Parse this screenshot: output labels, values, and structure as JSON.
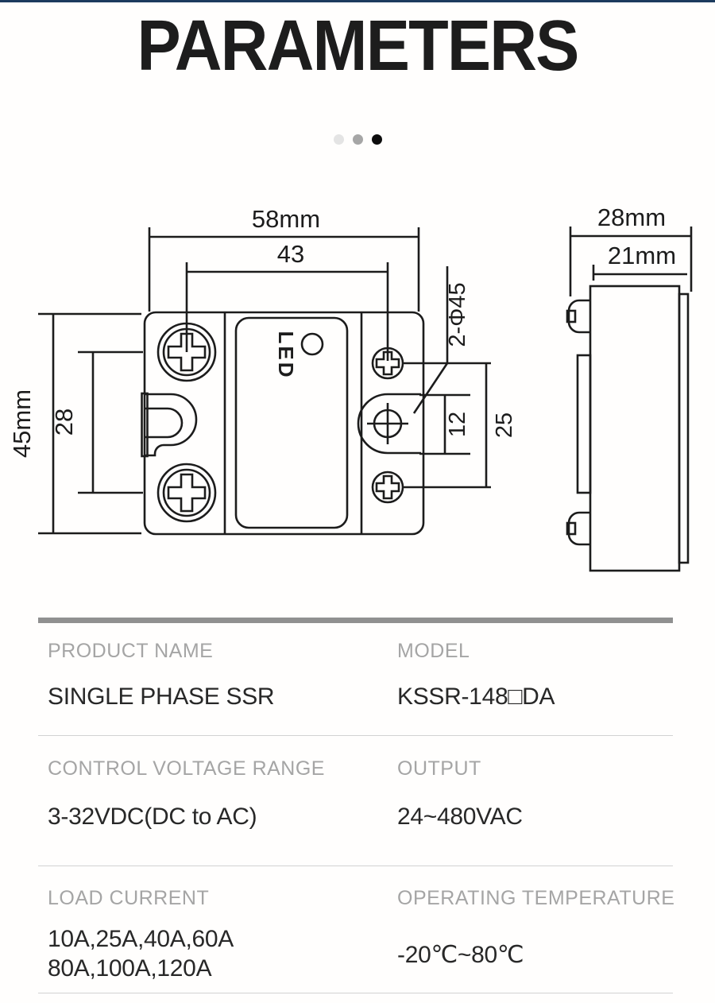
{
  "page": {
    "title": "PARAMETERS"
  },
  "colors": {
    "top_bar": "#1c3b5e",
    "divider_thick": "#909090",
    "divider_thin": "#d2d2d2",
    "label_gray": "#a5a5a5",
    "ink": "#1c1c1c",
    "dot_inactive_light": "#e4e4e4",
    "dot_inactive_mid": "#a6a6a6",
    "dot_active": "#0d0d0d"
  },
  "carousel": {
    "dots": [
      {
        "state": "inactive",
        "color": "#e4e4e4"
      },
      {
        "state": "inactive",
        "color": "#a6a6a6"
      },
      {
        "state": "active",
        "color": "#0d0d0d"
      }
    ]
  },
  "diagram": {
    "front": {
      "width_label": "58mm",
      "hole_pitch_label": "43",
      "height_label": "45mm",
      "screw_pitch_label": "28",
      "holes_label": "2-Φ45",
      "slot_label": "12",
      "terminal_pitch_label": "25",
      "led_label": "LED"
    },
    "side": {
      "depth_label": "28mm",
      "body_depth_label": "21mm"
    }
  },
  "spec_table": {
    "rows": [
      {
        "left": {
          "label": "PRODUCT NAME",
          "value": "SINGLE PHASE SSR"
        },
        "right": {
          "label": "MODEL",
          "value": "KSSR-148□DA"
        }
      },
      {
        "left": {
          "label": "CONTROL VOLTAGE RANGE",
          "value": "3-32VDC(DC to AC)"
        },
        "right": {
          "label": "OUTPUT",
          "value": "24~480VAC"
        }
      },
      {
        "left": {
          "label": "LOAD CURRENT",
          "value_line1": "10A,25A,40A,60A",
          "value_line2": "80A,100A,120A"
        },
        "right": {
          "label": "OPERATING TEMPERATURE",
          "value": "-20℃~80℃"
        }
      }
    ]
  }
}
